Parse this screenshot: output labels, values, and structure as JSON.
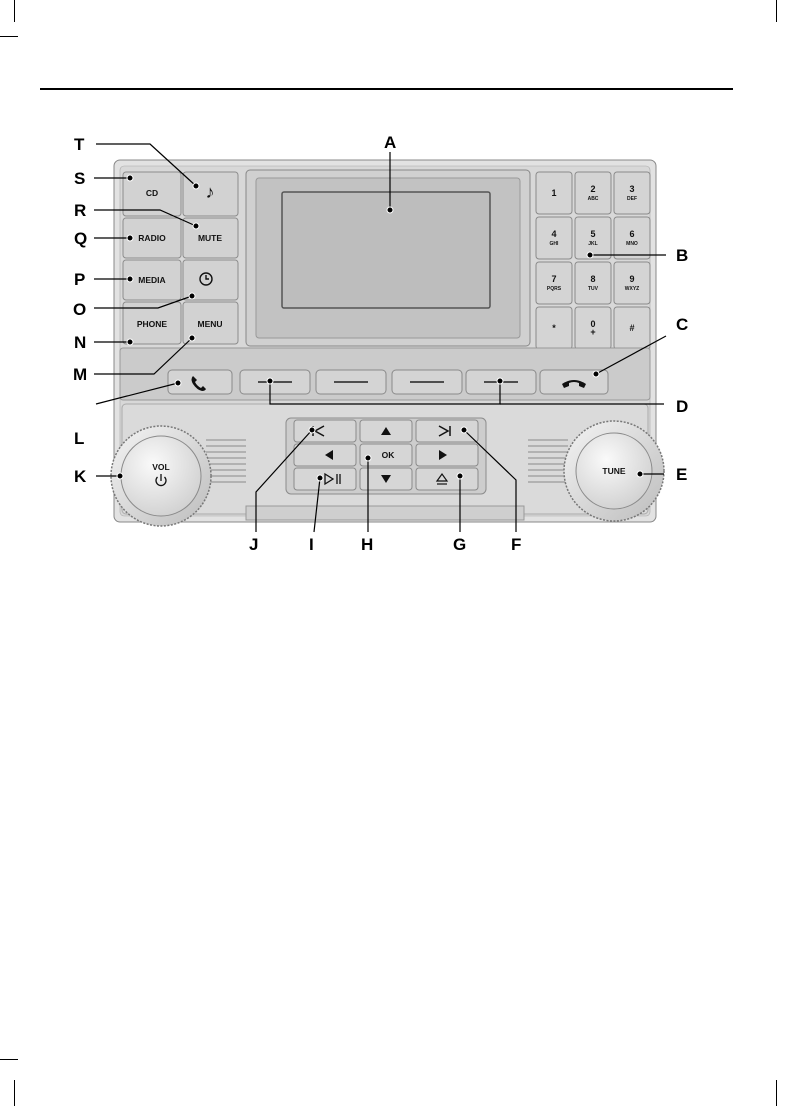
{
  "callouts": {
    "A": "A",
    "B": "B",
    "C": "C",
    "D": "D",
    "E": "E",
    "F": "F",
    "G": "G",
    "H": "H",
    "I": "I",
    "J": "J",
    "K": "K",
    "L": "L",
    "M": "M",
    "N": "N",
    "O": "O",
    "P": "P",
    "Q": "Q",
    "R": "R",
    "S": "S",
    "T": "T"
  },
  "buttons": {
    "cd": "CD",
    "music_note": "♪",
    "mute": "MUTE",
    "radio": "RADIO",
    "media": "MEDIA",
    "phone": "PHONE",
    "menu": "MENU",
    "ok": "OK",
    "vol": "VOL",
    "tune": "TUNE"
  },
  "keypad": [
    {
      "num": "1",
      "sub": ""
    },
    {
      "num": "2",
      "sub": "ABC"
    },
    {
      "num": "3",
      "sub": "DEF"
    },
    {
      "num": "4",
      "sub": "GHI"
    },
    {
      "num": "5",
      "sub": "JKL"
    },
    {
      "num": "6",
      "sub": "MNO"
    },
    {
      "num": "7",
      "sub": "PQRS"
    },
    {
      "num": "8",
      "sub": "TUV"
    },
    {
      "num": "9",
      "sub": "WXYZ"
    },
    {
      "num": "*",
      "sub": ""
    },
    {
      "num": "0",
      "sub": "+"
    },
    {
      "num": "#",
      "sub": ""
    }
  ],
  "icons": {
    "phone_call": "phone-call-icon",
    "hang_up": "hang-up-icon",
    "clock": "clock-icon",
    "power": "power-icon",
    "seek_back": "seek-back-icon",
    "seek_forward": "seek-forward-icon",
    "play_pause": "play-pause-icon",
    "eject": "eject-icon",
    "arrow_up": "arrow-up-icon",
    "arrow_down": "arrow-down-icon",
    "arrow_left": "arrow-left-icon",
    "arrow_right": "arrow-right-icon"
  },
  "colors": {
    "panel": "#d9d9d9",
    "button": "#cfcfcf",
    "screen": "#c4c4c4",
    "text": "#000000"
  }
}
